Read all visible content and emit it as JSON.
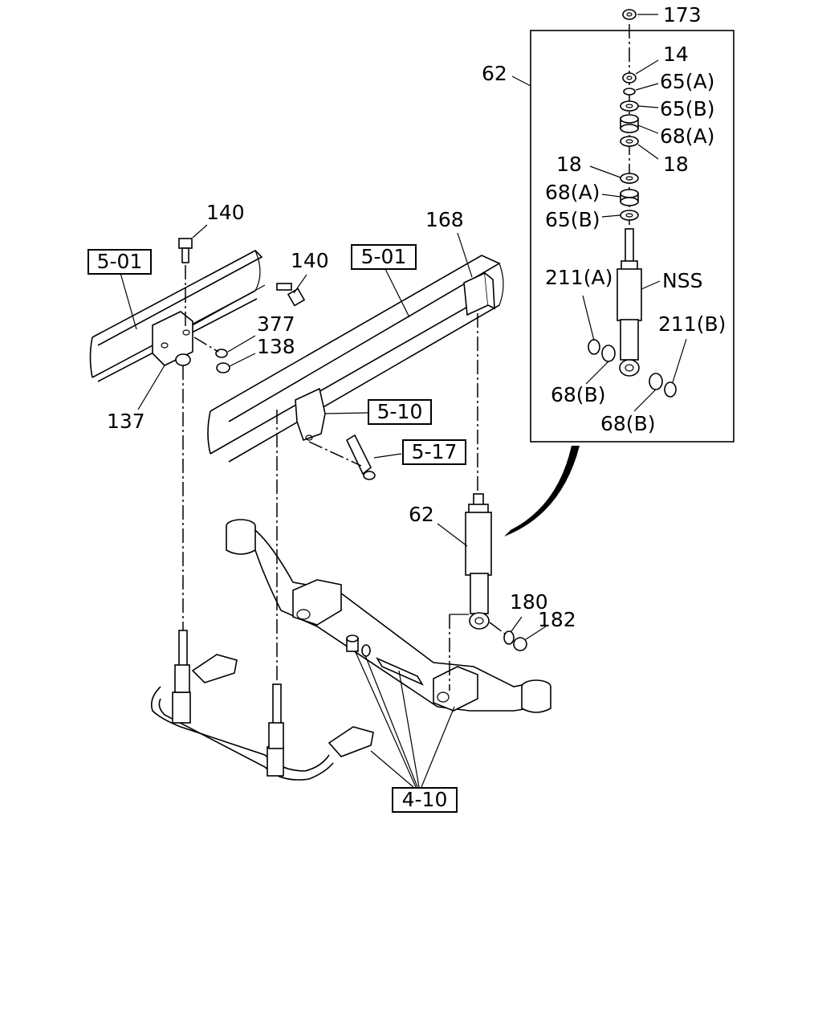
{
  "labels": {
    "p173": "173",
    "p62_detail": "62",
    "p14": "14",
    "p65a": "65(A)",
    "p65b_1": "65(B)",
    "p68a_1": "68(A)",
    "p18_r": "18",
    "p18_l": "18",
    "p68a_2": "68(A)",
    "p65b_2": "65(B)",
    "p211a": "211(A)",
    "nss": "NSS",
    "p211b": "211(B)",
    "p68b_1": "68(B)",
    "p68b_2": "68(B)",
    "p140_top": "140",
    "p140_right": "140",
    "p168": "168",
    "p377": "377",
    "p138": "138",
    "p137": "137",
    "p62_main": "62",
    "p180": "180",
    "p182": "182"
  },
  "refs": {
    "r501_left": "5-01",
    "r501_mid": "5-01",
    "r510": "5-10",
    "r517": "5-17",
    "r410": "4-10"
  }
}
